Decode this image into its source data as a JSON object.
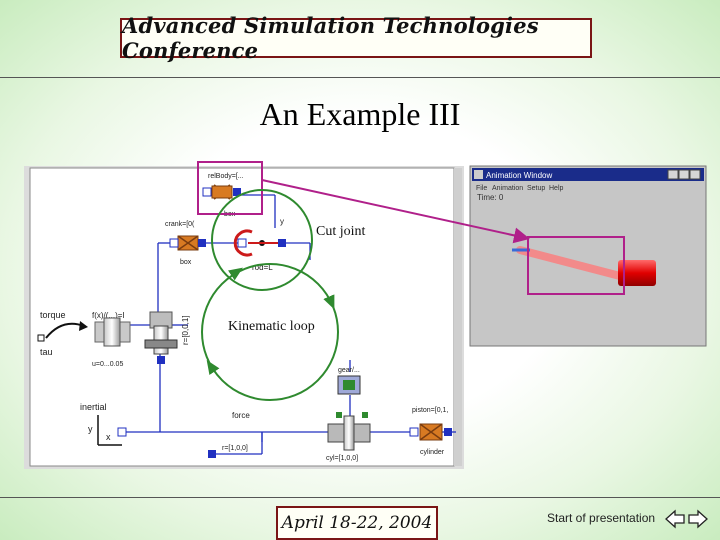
{
  "header": {
    "conference": "Advanced Simulation Technologies Conference"
  },
  "slide": {
    "title": "An Example III"
  },
  "diagram": {
    "labels": {
      "rel_body": "relBody=[...",
      "box_top": "box",
      "crank": "crank=[0(",
      "box_left": "box",
      "rod": "rod=L",
      "torque": "torque",
      "fn": "f(x)/(...)=I",
      "tau": "tau",
      "range": "u=0...0.05",
      "r_label": "r=[0,0,1]",
      "inertial": "inertial",
      "y_axis": "y",
      "x_axis": "x",
      "force": "force",
      "piston": "piston=[0,1,",
      "gear": "gear/...",
      "r_a": "r=[1,0,0]",
      "cyl": "cyl=[1,0,0]",
      "cylinder": "cylinder",
      "cut_joint": "Cut joint",
      "kinematic_loop": "Kinematic loop"
    }
  },
  "animation_window": {
    "title": "Animation Window",
    "menu": [
      "File",
      "Animation",
      "Setup",
      "Help"
    ],
    "time": "Time: 0"
  },
  "footer": {
    "date": "April 18-22, 2004",
    "start_link": "Start of presentation"
  },
  "colors": {
    "header_border": "#7a1515",
    "highlight": "#b0208a",
    "loop_green": "#2f8a2f",
    "cut_red": "#cc1a1a",
    "diagram_blue": "#2030c0"
  }
}
